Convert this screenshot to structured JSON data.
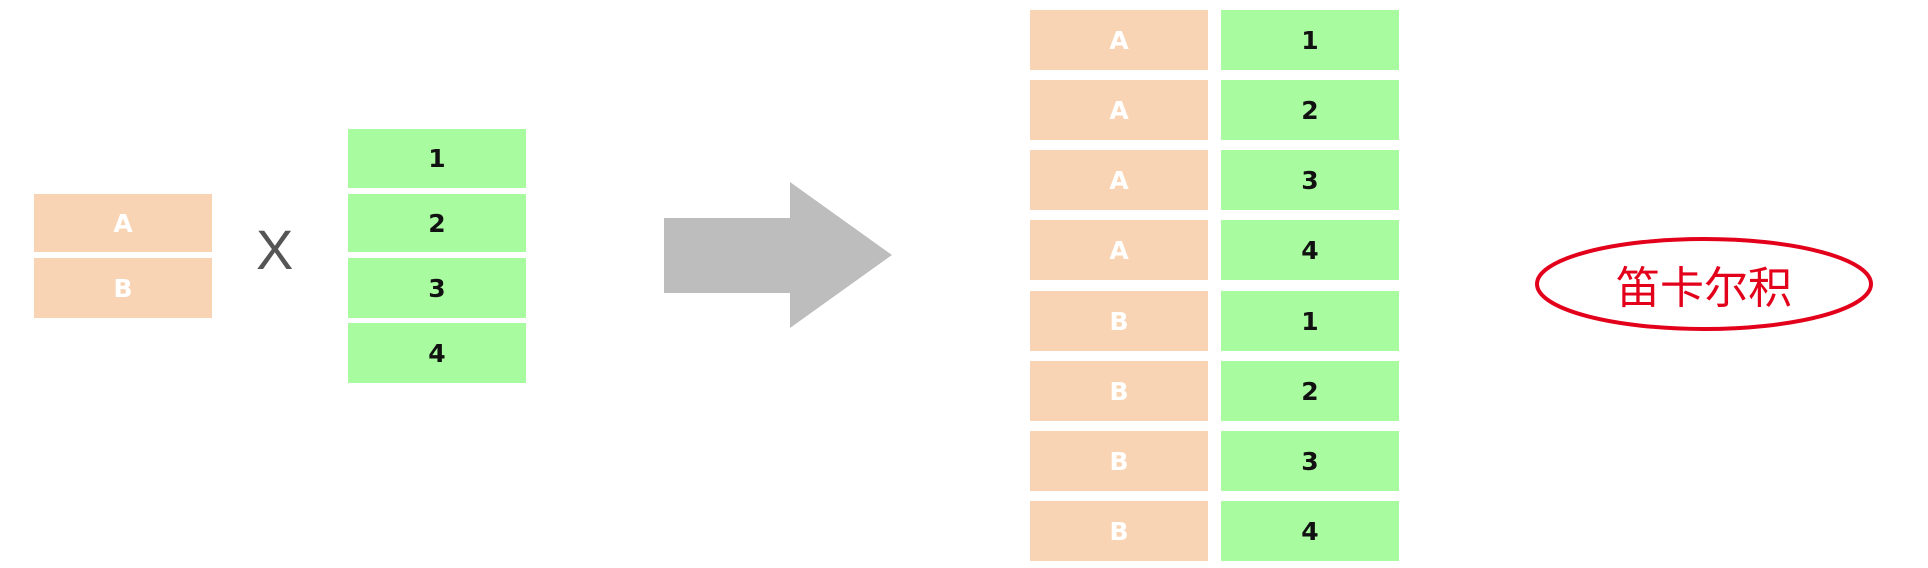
{
  "left_set": [
    "A",
    "B"
  ],
  "right_set": [
    "1",
    "2",
    "3",
    "4"
  ],
  "operator": "X",
  "result_pairs": [
    {
      "left": "A",
      "right": "1"
    },
    {
      "left": "A",
      "right": "2"
    },
    {
      "left": "A",
      "right": "3"
    },
    {
      "left": "A",
      "right": "4"
    },
    {
      "left": "B",
      "right": "1"
    },
    {
      "left": "B",
      "right": "2"
    },
    {
      "left": "B",
      "right": "3"
    },
    {
      "left": "B",
      "right": "4"
    }
  ],
  "label": "笛卡尔积",
  "colors": {
    "left_cell": "#f9d4b4",
    "right_cell": "#a8fc9f",
    "arrow": "#bdbdbd",
    "label": "#e3001b"
  }
}
